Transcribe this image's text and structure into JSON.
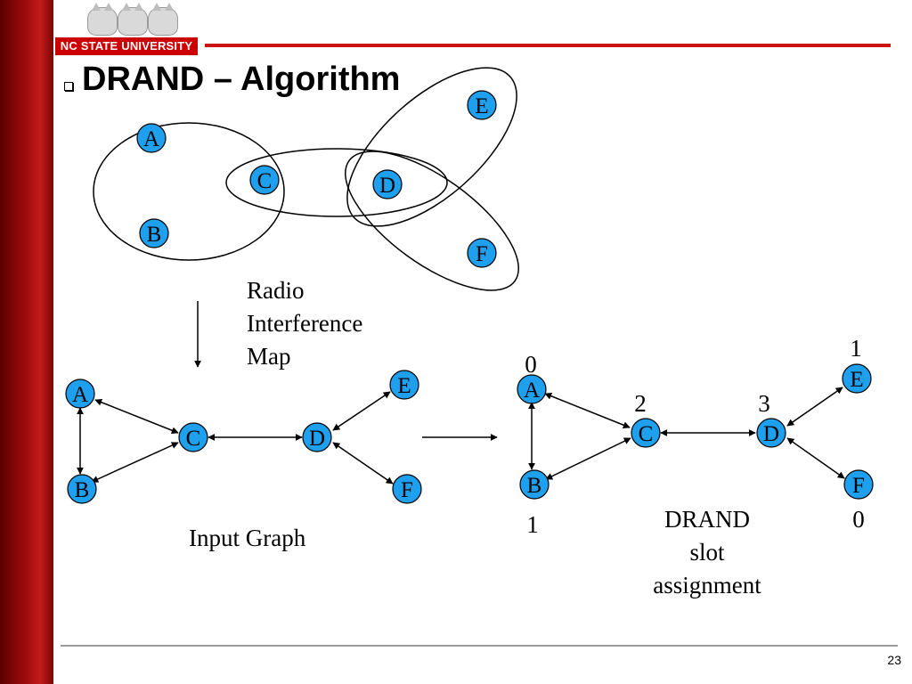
{
  "branding": {
    "wordmark": "NC STATE UNIVERSITY"
  },
  "slide": {
    "title": "DRAND – Algorithm",
    "page_number": "23"
  },
  "colors": {
    "node_fill": "#1fa0ee",
    "accent": "#cc1111",
    "sidebar": "#9b0a0a"
  },
  "interference_map": {
    "nodes": [
      "A",
      "B",
      "C",
      "D",
      "E",
      "F"
    ],
    "label": "Radio\nInterference\nMap"
  },
  "input_graph": {
    "label": "Input Graph",
    "nodes": [
      "A",
      "B",
      "C",
      "D",
      "E",
      "F"
    ],
    "edges": [
      [
        "A",
        "B"
      ],
      [
        "A",
        "C"
      ],
      [
        "B",
        "C"
      ],
      [
        "C",
        "D"
      ],
      [
        "D",
        "E"
      ],
      [
        "D",
        "F"
      ]
    ]
  },
  "drand_graph": {
    "label": "DRAND\nslot\nassignment",
    "nodes": [
      "A",
      "B",
      "C",
      "D",
      "E",
      "F"
    ],
    "slots": {
      "A": "0",
      "B": "1",
      "C": "2",
      "D": "3",
      "E": "1",
      "F": "0"
    },
    "edges": [
      [
        "A",
        "B"
      ],
      [
        "A",
        "C"
      ],
      [
        "B",
        "C"
      ],
      [
        "C",
        "D"
      ],
      [
        "D",
        "E"
      ],
      [
        "D",
        "F"
      ]
    ]
  }
}
